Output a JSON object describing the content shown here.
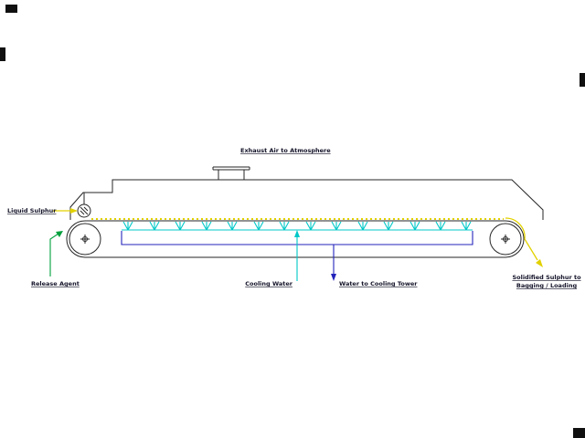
{
  "title": "Sulphur Solidification Conveyor Process Diagram",
  "labels": {
    "liquid_sulphur": "Liquid Sulphur",
    "exhaust": "Exhaust Air to Atmosphere",
    "release_agent": "Release Agent",
    "cooling_water": "Cooling Water",
    "water_to_cooling_tower": "Water to Cooling Tower",
    "solidified_line1": "Solidified Sulphur to",
    "solidified_line2": "Bagging / Loading"
  },
  "colors": {
    "background": "#ffffff",
    "outline-black": "#262626",
    "label-color": "#14142a",
    "sulphur-yellow": "#e2d100",
    "cooling-cyan": "#00c8c8",
    "water-blue": "#2323bb",
    "release-green": "#00a03c"
  }
}
